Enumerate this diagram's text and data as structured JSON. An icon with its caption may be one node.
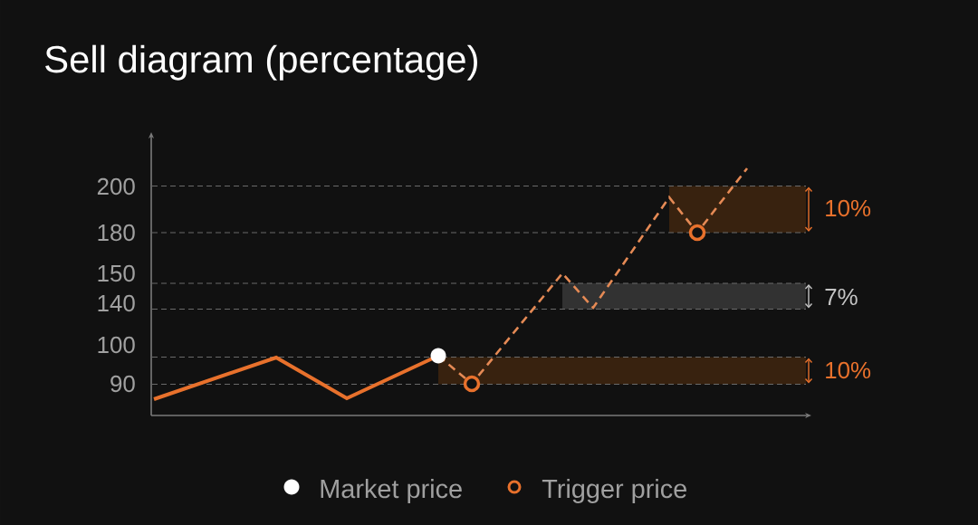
{
  "diagram": {
    "title": "Sell diagram (percentage)",
    "labels": [
      "200",
      "180",
      "150",
      "140",
      "100",
      "90",
      "10%",
      "7%",
      "10%"
    ],
    "legend": [
      {
        "text": "Market price"
      },
      {
        "text": "Trigger price"
      }
    ]
  }
}
